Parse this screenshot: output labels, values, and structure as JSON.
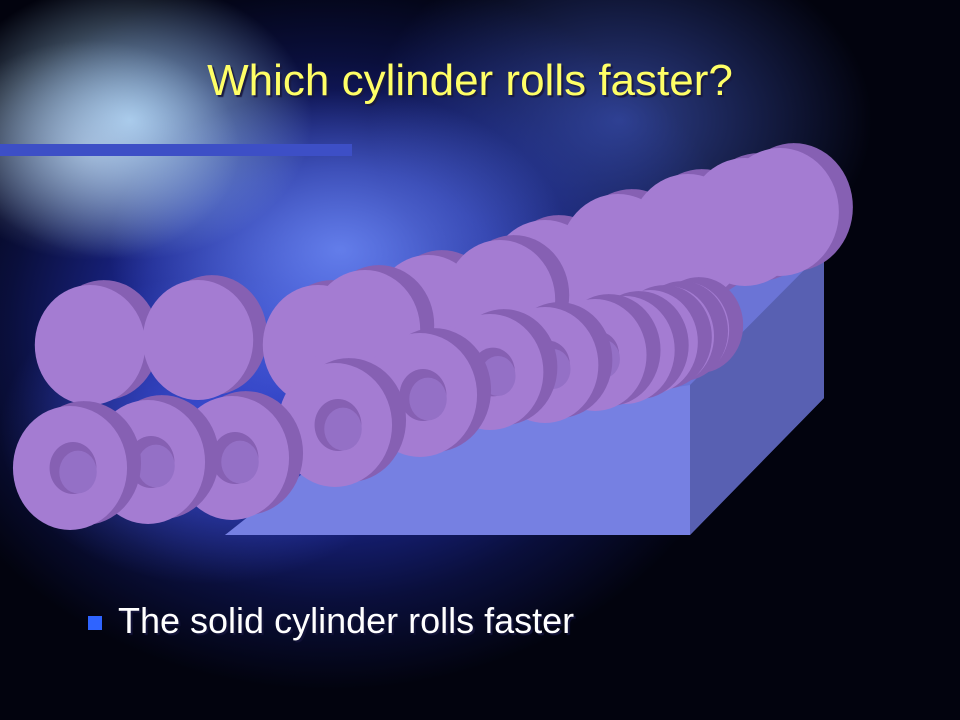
{
  "slide": {
    "title": "Which cylinder rolls faster?",
    "bullets": [
      "The solid cylinder rolls faster"
    ]
  },
  "colors": {
    "title": "#ffff66",
    "bullet_text": "#ffffff",
    "bullet_marker": "#2f64ff",
    "title_rule": "#3d4fc6",
    "ramp_top": "#6f78dc",
    "ramp_side": "#5c63b8",
    "ramp_slope_face": "#7680e2",
    "cylinder_face": "#a47cd2",
    "cylinder_side": "#8660b3"
  },
  "diagram": {
    "object": "inclined ramp",
    "solid_cylinder_frames": 11,
    "hollow_cylinder_frames": 12
  }
}
